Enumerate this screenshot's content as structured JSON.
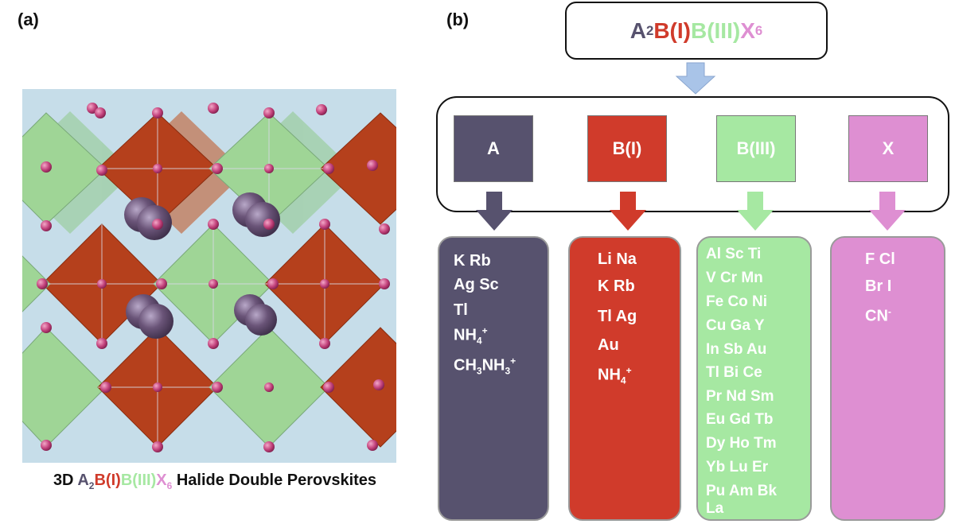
{
  "panel_a_label": "(a)",
  "panel_b_label": "(b)",
  "formula": {
    "A": "A",
    "A_sub": "2",
    "B1": "B(I)",
    "B3": "B(III)",
    "X": "X",
    "X_sub": "6"
  },
  "caption": {
    "prefix": "3D",
    "A": "A",
    "A_sub": "2",
    "B1": "B(I)",
    "B3": "B(III)",
    "X": "X",
    "X_sub": "6",
    "suffix": "Halide Double Perovskites"
  },
  "colors": {
    "A": "#57526e",
    "B1": "#d03b2b",
    "B3": "#a6e8a2",
    "X": "#de8fd2",
    "arrow_top": "#a9c4e8",
    "crystal_bg": "#c6dde9"
  },
  "sites": [
    {
      "label": "A",
      "color": "#57526e"
    },
    {
      "label": "B(I)",
      "color": "#d03b2b"
    },
    {
      "label": "B(III)",
      "color": "#a6e8a2"
    },
    {
      "label": "X",
      "color": "#de8fd2"
    }
  ],
  "cards": {
    "A": {
      "r0": "K    Rb",
      "r1": "Ag  Sc",
      "r2": "Tl",
      "r3_main": "NH",
      "r3_sub": "4",
      "r3_sup": "+",
      "r4_a": "CH",
      "r4_sub1": "3",
      "r4_b": "NH",
      "r4_sub2": "3",
      "r4_sup": "+"
    },
    "B1": {
      "r0": "Li  Na",
      "r1": "K    Rb",
      "r2": "Tl  Ag",
      "r3": "Au",
      "r4_main": "NH",
      "r4_sub": "4",
      "r4_sup": "+"
    },
    "B3": [
      "Al    Sc  Ti",
      "V    Cr  Mn",
      "Fe  Co  Ni",
      "Cu   Ga   Y",
      "In   Sb  Au",
      "Tl    Bi   Ce",
      "Pr   Nd  Sm",
      "Eu  Gd  Tb",
      "Dy   Ho  Tm",
      "Yb  Lu   Er",
      "Pu  Am  Bk",
      "La"
    ],
    "X": {
      "r0": "F  Cl",
      "r1": "Br  I",
      "r2_main": "CN",
      "r2_sup": "-"
    }
  }
}
